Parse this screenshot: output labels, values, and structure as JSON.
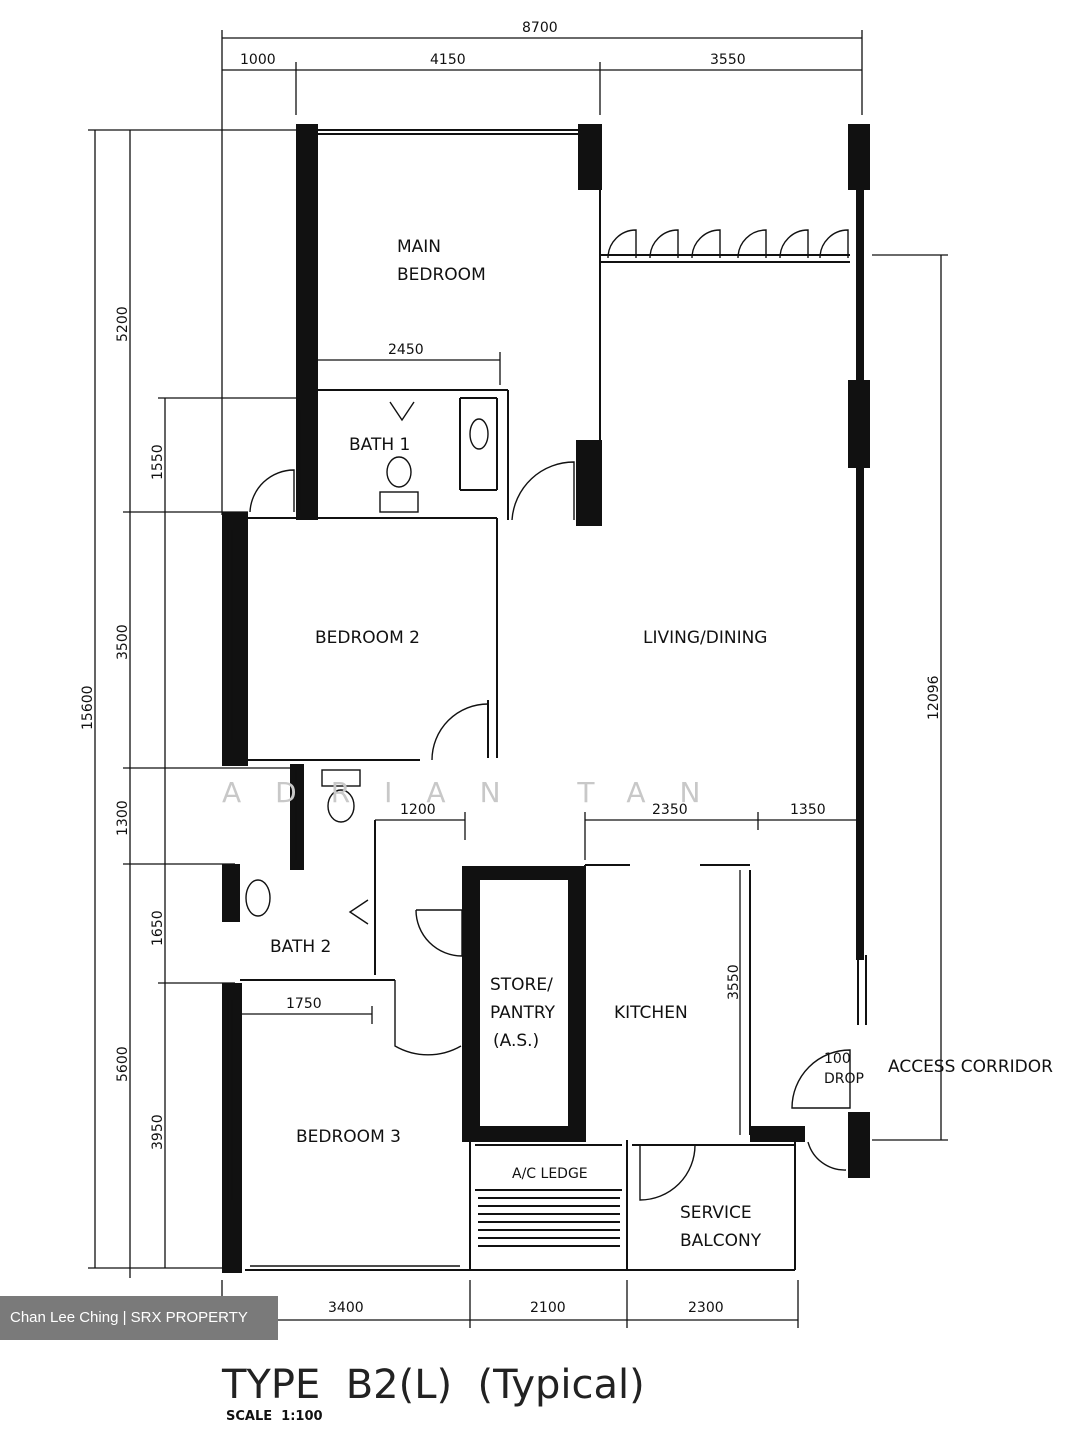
{
  "rooms": {
    "main_bedroom_l1": "MAIN",
    "main_bedroom_l2": "BEDROOM",
    "bath1": "BATH 1",
    "bedroom2": "BEDROOM 2",
    "living_dining": "LIVING/DINING",
    "bath2": "BATH 2",
    "store_l1": "STORE/",
    "store_l2": "PANTRY",
    "store_l3": "(A.S.)",
    "kitchen": "KITCHEN",
    "bedroom3": "BEDROOM 3",
    "ac_ledge": "A/C LEDGE",
    "service_l1": "SERVICE",
    "service_l2": "BALCONY",
    "access_corridor": "ACCESS CORRIDOR",
    "drop_num": "100",
    "drop_word": "DROP"
  },
  "dimensions": {
    "top_total": "8700",
    "top_a": "1000",
    "top_b": "4150",
    "top_c": "3550",
    "left_total": "15600",
    "left_5200": "5200",
    "left_1550": "1550",
    "left_3500": "3500",
    "left_1300": "1300",
    "left_1650": "1650",
    "left_5600": "5600",
    "left_3950": "3950",
    "right_12096": "12096",
    "inner_2450": "2450",
    "inner_1200": "1200",
    "inner_2350": "2350",
    "inner_1350": "1350",
    "inner_1750": "1750",
    "inner_3550": "3550",
    "bottom_3400": "3400",
    "bottom_2100": "2100",
    "bottom_2300": "2300"
  },
  "title": "TYPE  B2(L)  (Typical)",
  "scale": "SCALE  1:100",
  "watermark": "ADRIAN TAN",
  "credit": "Chan Lee Ching | SRX PROPERTY"
}
